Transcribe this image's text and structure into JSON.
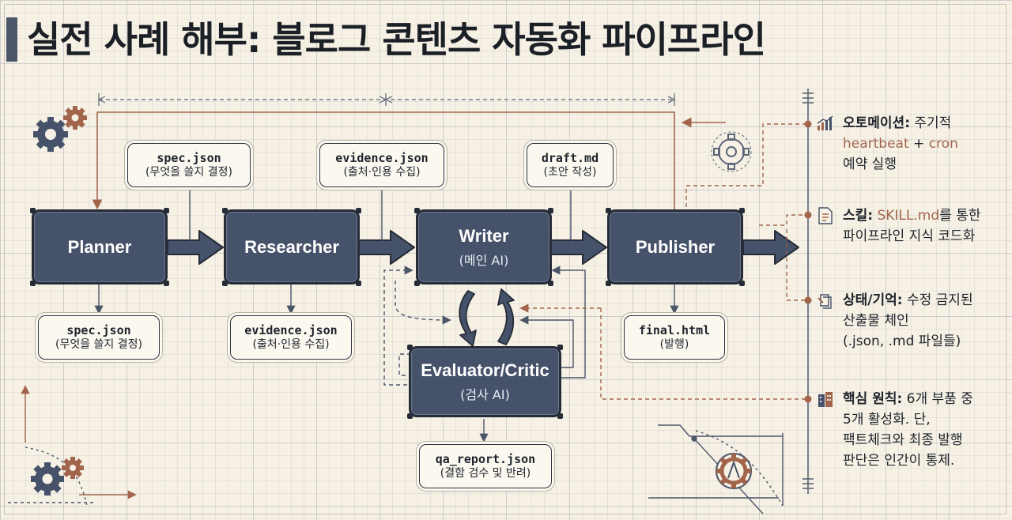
{
  "title": "실전 사례 해부: 블로그 콘텐츠 자동화 파이프라인",
  "nodes": {
    "planner": {
      "title": "Planner"
    },
    "researcher": {
      "title": "Researcher"
    },
    "writer": {
      "title": "Writer",
      "subtitle": "(메인 AI)"
    },
    "publisher": {
      "title": "Publisher"
    },
    "evaluator": {
      "title": "Evaluator/Critic",
      "subtitle": "(검사 AI)"
    }
  },
  "files_top": [
    {
      "name": "spec.json",
      "desc": "(무엇을 쓸지 결정)"
    },
    {
      "name": "evidence.json",
      "desc": "(출처·인용 수집)"
    },
    {
      "name": "draft.md",
      "desc": "(초안 작성)"
    }
  ],
  "files_bottom": [
    {
      "name": "spec.json",
      "desc": "(무엇을 쓸지 결정)"
    },
    {
      "name": "evidence.json",
      "desc": "(출처·인용 수집)"
    },
    {
      "name": "final.html",
      "desc": "(발행)"
    },
    {
      "name": "qa_report.json",
      "desc": "(결함 검수 및 반려)"
    }
  ],
  "side": [
    {
      "icon": "chart-icon",
      "label": "오토메이션:",
      "text_a": " 주기적",
      "accent": "heartbeat",
      "text_b": " + ",
      "accent2": "cron",
      "text_c": "예약 실행"
    },
    {
      "icon": "document-icon",
      "label": "스킬:",
      "accent": "SKILL.md",
      "text_a": "를 통한",
      "text_b": "파이프라인 지식 코드화"
    },
    {
      "icon": "stack-icon",
      "label": "상태/기억:",
      "text_a": " 수정 금지된",
      "text_b": "산출물 체인",
      "text_c": "(.json, .md 파일들)"
    },
    {
      "icon": "building-icon",
      "label": "핵심 원칙:",
      "text_a": " 6개 부품 중",
      "text_b": "5개 활성화. 단,",
      "text_c": "팩트체크와 최종 발행",
      "text_d": "판단은 인간이 통제."
    }
  ],
  "colors": {
    "node": "#46526a",
    "accent": "#a2654c",
    "line": "#4b5669",
    "paper": "#f6f1e4"
  }
}
